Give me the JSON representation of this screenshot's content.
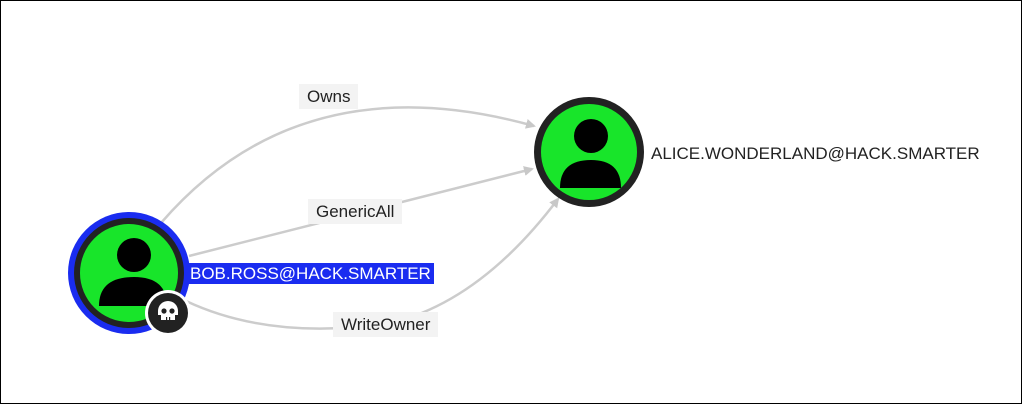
{
  "nodes": {
    "source": {
      "label": "BOB.ROSS@HACK.SMARTER",
      "type": "user",
      "owned": true,
      "selected": true,
      "badge_icon": "skull-icon"
    },
    "target": {
      "label": "ALICE.WONDERLAND@HACK.SMARTER",
      "type": "user"
    }
  },
  "edges": [
    {
      "label": "Owns"
    },
    {
      "label": "GenericAll"
    },
    {
      "label": "WriteOwner"
    }
  ],
  "colors": {
    "node_fill": "#18e52a",
    "node_ring": "#222222",
    "selection": "#1a2cf0",
    "edge": "#cccccc"
  }
}
